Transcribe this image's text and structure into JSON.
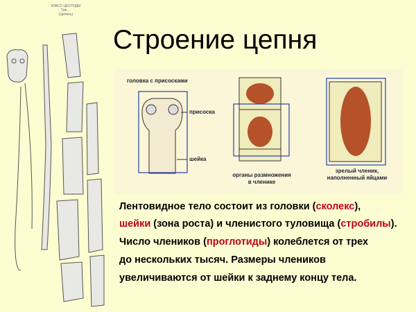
{
  "caption": [
    "КЛАСС ЦЕСТОДЫ",
    "Тип ...",
    "(Цепень)"
  ],
  "title": "Строение цепня",
  "figure": {
    "head_label": "головка с присосками",
    "sucker_label": "присоска",
    "neck_label": "шейка",
    "organs_label": [
      "органы размножения",
      "в членике"
    ],
    "mature_label": [
      "зрелый членик,",
      "наполненный яйцами"
    ]
  },
  "text": [
    {
      "parts": [
        {
          "t": "Лентовидное тело состоит из головки ("
        },
        {
          "t": "сколекс",
          "hl": true
        },
        {
          "t": "),"
        }
      ]
    },
    {
      "parts": [
        {
          "t": " "
        },
        {
          "t": "шейки",
          "hl": true
        },
        {
          "t": " (зона роста) и членистого туловища ("
        },
        {
          "t": "стробилы",
          "hl": true
        },
        {
          "t": ")."
        }
      ]
    },
    {
      "parts": [
        {
          "t": "Число члеников ("
        },
        {
          "t": "проглотиды",
          "hl": true
        },
        {
          "t": ") колеблется от трех"
        }
      ]
    },
    {
      "parts": [
        {
          "t": "до нескольких тысяч. Размеры члеников"
        }
      ]
    },
    {
      "parts": [
        {
          "t": " увеличиваются от шейки к заднему концу тела."
        }
      ]
    }
  ],
  "colors": {
    "background": "#fdfdd2",
    "highlight": "#c0001a",
    "frame": "#2244aa",
    "organ": "#b5522a"
  }
}
